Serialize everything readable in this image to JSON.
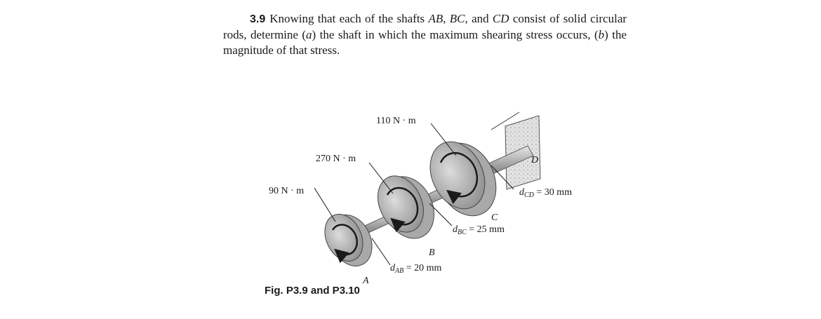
{
  "problem": {
    "number": "3.9",
    "text_pre": "Knowing that each of the shafts ",
    "shaft_ab": "AB",
    "comma1": ", ",
    "shaft_bc": "BC",
    "and": ", and ",
    "shaft_cd": "CD",
    "text_mid": " consist of solid circular rods, determine (",
    "part_a": "a",
    "text_a": ") the shaft in which the maximum shearing stress occurs, (",
    "part_b": "b",
    "text_b": ") the magnitude of that stress."
  },
  "figure": {
    "torque_d": "110 N · m",
    "torque_c": "270 N · m",
    "torque_a": "90 N · m",
    "point_a": "A",
    "point_b": "B",
    "point_c": "C",
    "point_d": "D",
    "diam_cd": "d",
    "diam_cd_sub": "CD",
    "diam_cd_val": " = 30 mm",
    "diam_bc": "d",
    "diam_bc_sub": "BC",
    "diam_bc_val": " = 25 mm",
    "diam_ab": "d",
    "diam_ab_sub": "AB",
    "diam_ab_val": " = 20 mm",
    "caption": "Fig. P3.9 and P3.10"
  }
}
